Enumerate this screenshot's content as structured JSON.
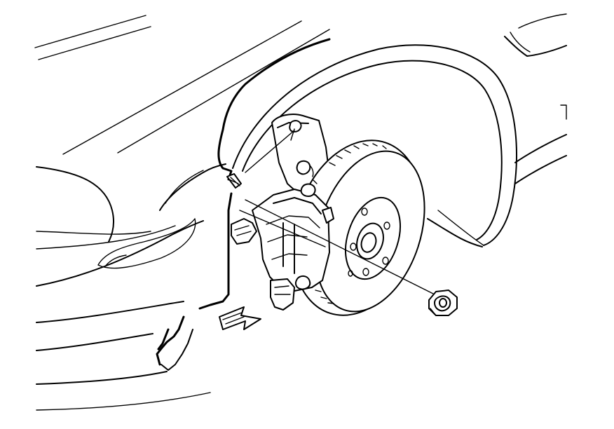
{
  "diagram": {
    "background": "#ffffff",
    "line_color": "#000000",
    "parts": [
      "car-body",
      "wheel-arch",
      "fender-liner",
      "steering-knuckle",
      "brake-caliper",
      "brake-disc",
      "wheel-hub",
      "hub-nut",
      "removal-direction-arrow"
    ]
  }
}
